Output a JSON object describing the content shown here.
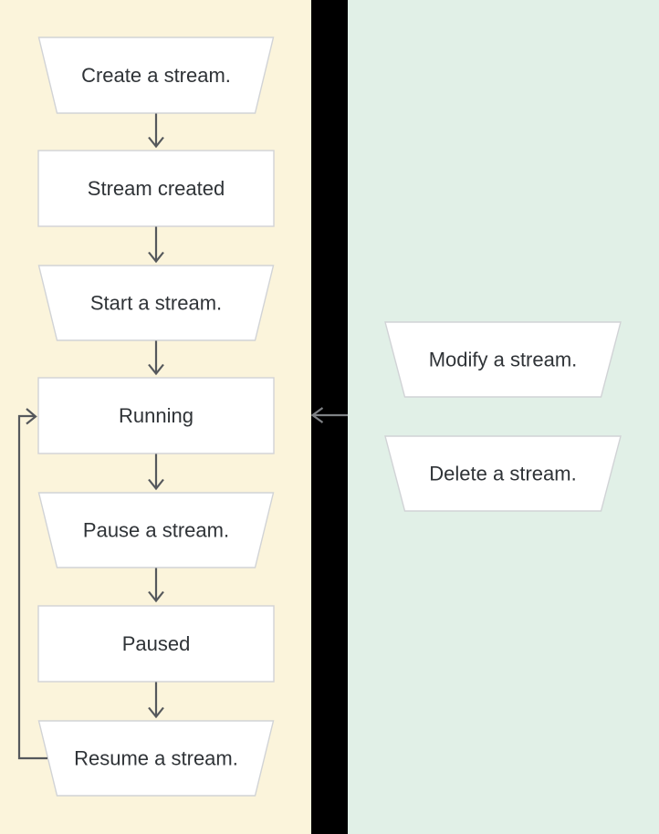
{
  "colors": {
    "lifecycle_bg": "#fbf4db",
    "operations_bg": "#e1f0e7",
    "gap_bg": "#000000",
    "shape_fill": "#ffffff",
    "shape_border": "#d1d3d6",
    "text": "#2f3337",
    "flow_arrow": "#55585c",
    "link_arrow": "#7f8285"
  },
  "lifecycle_panel": {
    "steps": [
      {
        "label": "Create a stream.",
        "shape": "trapezoid-action"
      },
      {
        "label": "Stream created",
        "shape": "rectangle-state"
      },
      {
        "label": "Start a stream.",
        "shape": "trapezoid-action"
      },
      {
        "label": "Running",
        "shape": "rectangle-state"
      },
      {
        "label": "Pause a stream.",
        "shape": "trapezoid-action"
      },
      {
        "label": "Paused",
        "shape": "rectangle-state"
      },
      {
        "label": "Resume a stream.",
        "shape": "trapezoid-action"
      }
    ],
    "loop_edge": {
      "from": "Resume a stream.",
      "to": "Running"
    }
  },
  "operations_panel": {
    "items": [
      {
        "label": "Modify a stream."
      },
      {
        "label": "Delete a stream."
      }
    ],
    "edge": {
      "from": "operations-panel",
      "to": "Running"
    }
  }
}
